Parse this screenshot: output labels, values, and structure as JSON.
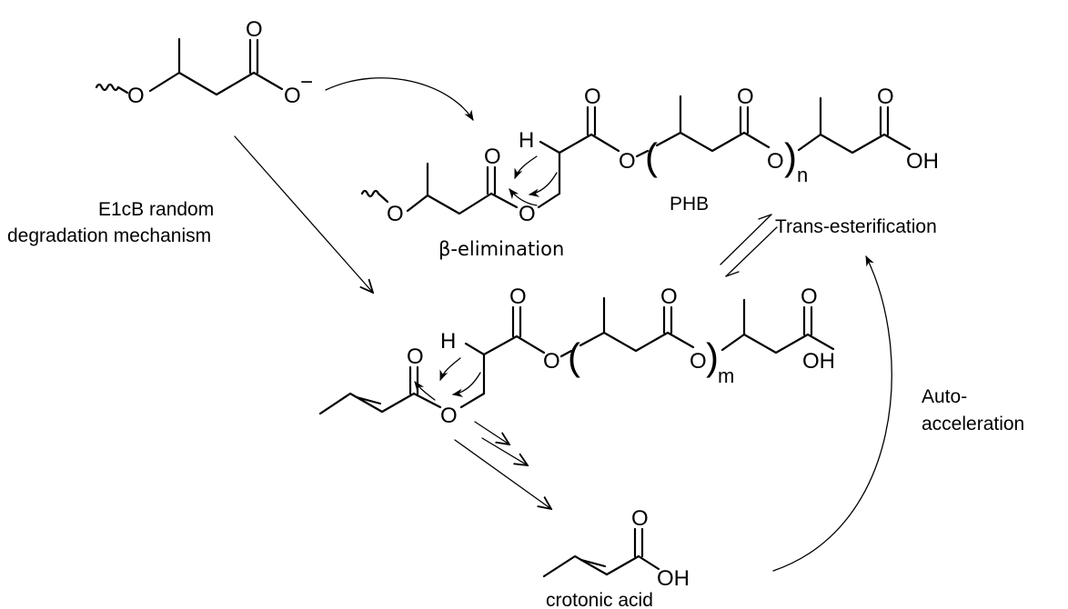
{
  "atoms": {
    "oxygen": "O",
    "anion_charge": "−",
    "hydrogen": "H",
    "hydroxyl": "OH",
    "repeat_n": "n",
    "repeat_m": "m"
  },
  "labels": {
    "mechanism_line1": "E1cB random",
    "mechanism_line2": "degradation mechanism",
    "elimination": "β-elimination",
    "polymer": "PHB",
    "transesterification": "Trans-esterification",
    "autoaccel_line1": "Auto-",
    "autoaccel_line2": "acceleration",
    "product": "crotonic acid"
  }
}
